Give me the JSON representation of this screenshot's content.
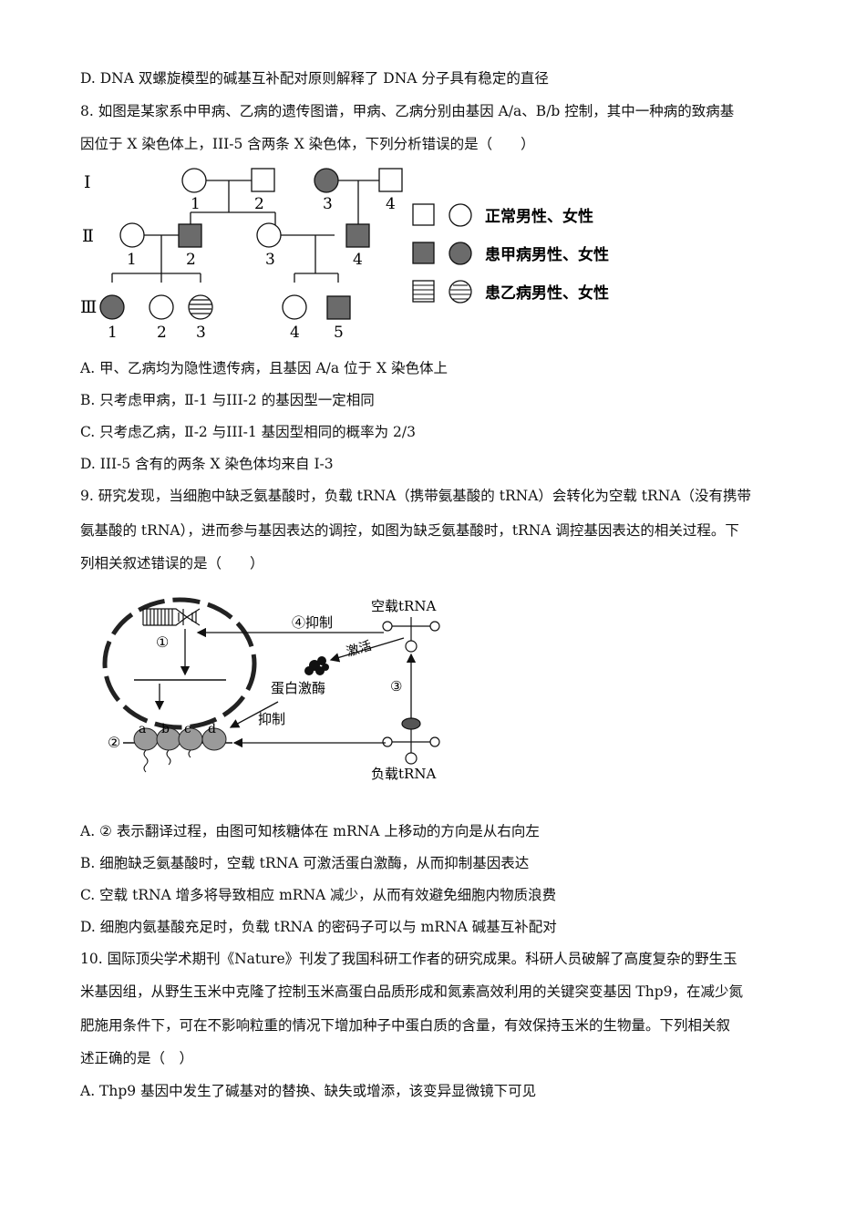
{
  "q7": {
    "option_d": "D. DNA 双螺旋模型的碱基互补配对原则解释了 DNA 分子具有稳定的直径"
  },
  "q8": {
    "stem_line1": "8. 如图是某家系中甲病、乙病的遗传图谱，甲病、乙病分别由基因 A/a、B/b 控制，其中一种病的致病基",
    "stem_line2": "因位于 X 染色体上，III-5 含两条 X 染色体，下列分析错误的是（　　）",
    "pedigree": {
      "gen_labels": [
        "Ⅰ",
        "Ⅱ",
        "Ⅲ"
      ],
      "gen1_nums": [
        "1",
        "2",
        "3",
        "4"
      ],
      "gen2_nums": [
        "1",
        "2",
        "3",
        "4"
      ],
      "gen3_nums": [
        "1",
        "2",
        "3",
        "4",
        "5"
      ],
      "legend_normal": "正常男性、女性",
      "legend_jia": "患甲病男性、女性",
      "legend_yi": "患乙病男性、女性"
    },
    "option_a": "A. 甲、乙病均为隐性遗传病，且基因 A/a 位于 X 染色体上",
    "option_b": "B. 只考虑甲病，Ⅱ-1 与III-2 的基因型一定相同",
    "option_c": "C. 只考虑乙病，Ⅱ-2 与III-1 基因型相同的概率为 2/3",
    "option_d": "D. III-5 含有的两条 X 染色体均来自 I-3"
  },
  "q9": {
    "stem_line1": "9. 研究发现，当细胞中缺乏氨基酸时，负载 tRNA（携带氨基酸的 tRNA）会转化为空载 tRNA（没有携带",
    "stem_line2": "氨基酸的 tRNA），进而参与基因表达的调控，如图为缺乏氨基酸时，tRNA 调控基因表达的相关过程。下",
    "stem_line3": "列相关叙述错误的是（　　）",
    "diagram": {
      "empty_trna": "空载tRNA",
      "loaded_trna": "负载tRNA",
      "inhibit4": "④抑制",
      "activate": "激活",
      "kinase": "蛋白激酶",
      "inhibit": "抑制",
      "step1": "①",
      "step2": "②",
      "step3": "③",
      "ribo_labels": [
        "a",
        "b",
        "c",
        "d"
      ]
    },
    "option_a": "A. ② 表示翻译过程，由图可知核糖体在 mRNA 上移动的方向是从右向左",
    "option_b": "B. 细胞缺乏氨基酸时，空载 tRNA 可激活蛋白激酶，从而抑制基因表达",
    "option_c": "C. 空载 tRNA 增多将导致相应 mRNA 减少，从而有效避免细胞内物质浪费",
    "option_d": "D. 细胞内氨基酸充足时，负载 tRNA 的密码子可以与 mRNA 碱基互补配对"
  },
  "q10": {
    "stem_line1": "10. 国际顶尖学术期刊《Nature》刊发了我国科研工作者的研究成果。科研人员破解了高度复杂的野生玉",
    "stem_line2": "米基因组，从野生玉米中克隆了控制玉米高蛋白品质形成和氮素高效利用的关键突变基因 Thp9，在减少氮",
    "stem_line3": "肥施用条件下，可在不影响粒重的情况下增加种子中蛋白质的含量，有效保持玉米的生物量。下列相关叙",
    "stem_line4": "述正确的是（　）",
    "option_a": "A. Thp9 基因中发生了碱基对的替换、缺失或增添，该变异显微镜下可见"
  }
}
